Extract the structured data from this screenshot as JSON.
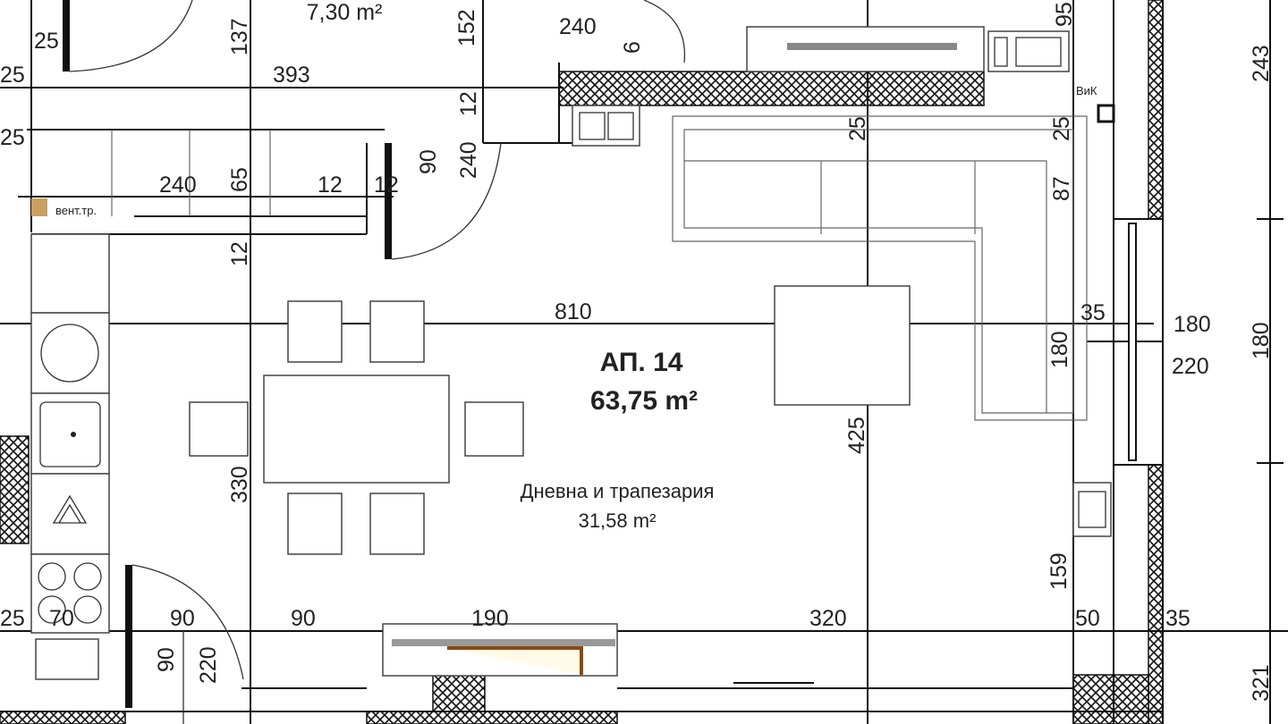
{
  "plan": {
    "apartment_label": "АП. 14",
    "apartment_area": "63,75 m²",
    "room_name": "Дневна и трапезария",
    "room_area": "31,58 m²",
    "adjacent_room_area": "7,30 m²",
    "vent_label": "вент.тр.",
    "plumbing_label": "ВиК",
    "hatch_color": "#111111",
    "window_accent_color": "#8a4a12"
  },
  "dims": {
    "d_top_25a": "25",
    "d_left_25b": "25",
    "d_left_25c": "25",
    "d_137": "137",
    "d_393": "393",
    "d_152": "152",
    "d_240_top": "240",
    "d_6": "6",
    "d_95": "95",
    "d_243": "243",
    "d_12_door": "12",
    "d_240_door": "240",
    "d_90_door": "90",
    "d_25_mid": "25",
    "d_25_right": "25",
    "d_87": "87",
    "d_240_hall": "240",
    "d_65": "65",
    "d_12a": "12",
    "d_12b": "12",
    "d_12_v": "12",
    "d_810": "810",
    "d_35_win": "35",
    "d_180_win": "180",
    "d_220_win": "220",
    "d_180_sofa": "180",
    "d_180_outer": "180",
    "d_425": "425",
    "d_330": "330",
    "d_159": "159",
    "d_25_bot": "25",
    "d_70": "70",
    "d_90_a": "90",
    "d_90_b": "90",
    "d_190": "190",
    "d_320": "320",
    "d_50": "50",
    "d_35_bot": "35",
    "d_90_v": "90",
    "d_220_v": "220",
    "d_321": "321"
  }
}
